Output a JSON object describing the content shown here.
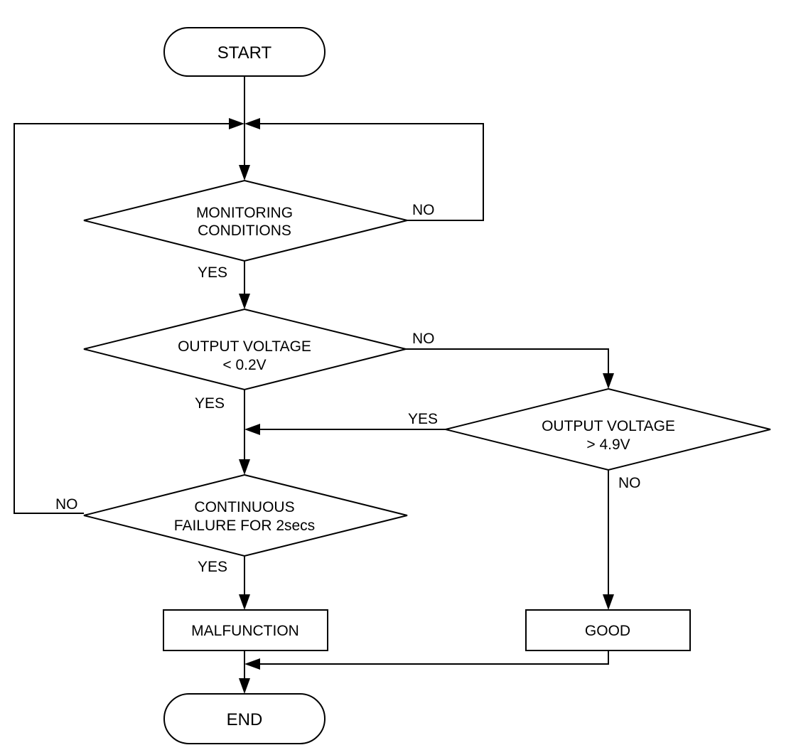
{
  "nodes": {
    "start": {
      "text": "START"
    },
    "monitoring": {
      "line1": "MONITORING",
      "line2": "CONDITIONS"
    },
    "low_voltage": {
      "line1": "OUTPUT VOLTAGE",
      "line2": "< 0.2V"
    },
    "high_voltage": {
      "line1": "OUTPUT VOLTAGE",
      "line2": "> 4.9V"
    },
    "continuous": {
      "line1": "CONTINUOUS",
      "line2": "FAILURE FOR 2secs"
    },
    "malfunction": {
      "text": "MALFUNCTION"
    },
    "good": {
      "text": "GOOD"
    },
    "end": {
      "text": "END"
    }
  },
  "edges": {
    "monitoring_no": "NO",
    "monitoring_yes": "YES",
    "low_voltage_no": "NO",
    "low_voltage_yes": "YES",
    "high_voltage_yes": "YES",
    "high_voltage_no": "NO",
    "continuous_no": "NO",
    "continuous_yes": "YES"
  }
}
